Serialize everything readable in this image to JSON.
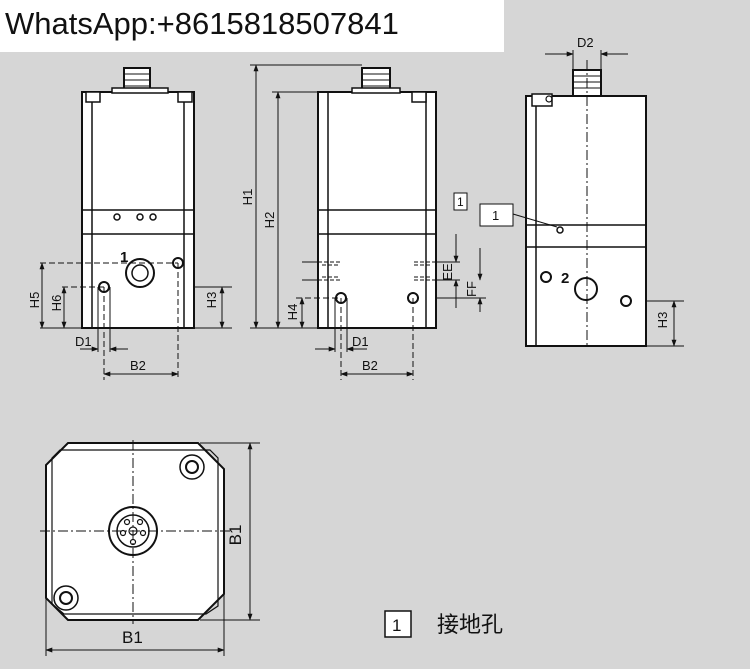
{
  "watermark": "WhatsApp:+8615818507841",
  "labels": {
    "h1": "H1",
    "h2": "H2",
    "h3": "H3",
    "h4": "H4",
    "h5": "H5",
    "h6": "H6",
    "b1": "B1",
    "b2": "B2",
    "d1": "D1",
    "d2": "D2",
    "ee": "EE",
    "ff": "FF",
    "port1": "1",
    "port2": "2",
    "callout1": "1"
  },
  "legend": {
    "number": "1",
    "text": "接地孔"
  },
  "colors": {
    "background": "#d6d6d6",
    "line": "#111111",
    "body": "#ffffff"
  }
}
